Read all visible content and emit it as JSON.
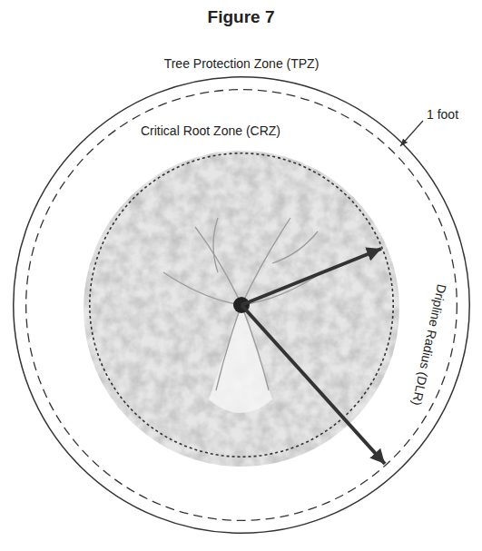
{
  "diagram": {
    "title": "Figure 7",
    "nodes": [
      {
        "text": [
          "Tree Protection Zone (TPZ)"
        ]
      },
      {
        "text": [
          "Dripline Radius (DLR)"
        ],
        "in": 0
      },
      {
        "text": [
          "Critical Root Zone (CRZ)"
        ],
        "in": 1
      }
    ],
    "labels": [
      "1 foot"
    ]
  }
}
